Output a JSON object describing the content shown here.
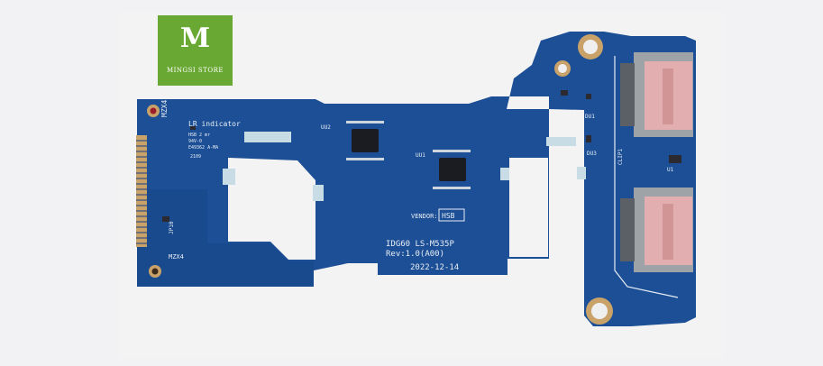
{
  "logo": {
    "mark": "M",
    "store_name": "MINGSI STORE"
  },
  "silkscreen": {
    "mh_top": "MZX4",
    "mh_bottom": "MZX4",
    "led_label": "LR indicator",
    "small_tag_1": "HSB 2 mr",
    "small_tag_2": "94V-0",
    "small_tag_3": "E49362 A-MA",
    "small_tag_4": "2109",
    "uu2": "UU2",
    "uu1": "UU1",
    "jp10": "JP10",
    "du1": "DU1",
    "du3": "DU3",
    "clip": "CLIP1",
    "u1": "U1",
    "vendor_label": "VENDOR:",
    "vendor_value": "HSB",
    "model": "IDG60 LS-M535P",
    "rev": "Rev:1.0(A00)",
    "date": "2022-12-14"
  },
  "colors": {
    "pcb": "#1c4f95",
    "pcb_dark": "#153f7e",
    "pad": "#c9a26a",
    "connector": "#e3aeb0",
    "mask_cut": "#c8dce6"
  }
}
